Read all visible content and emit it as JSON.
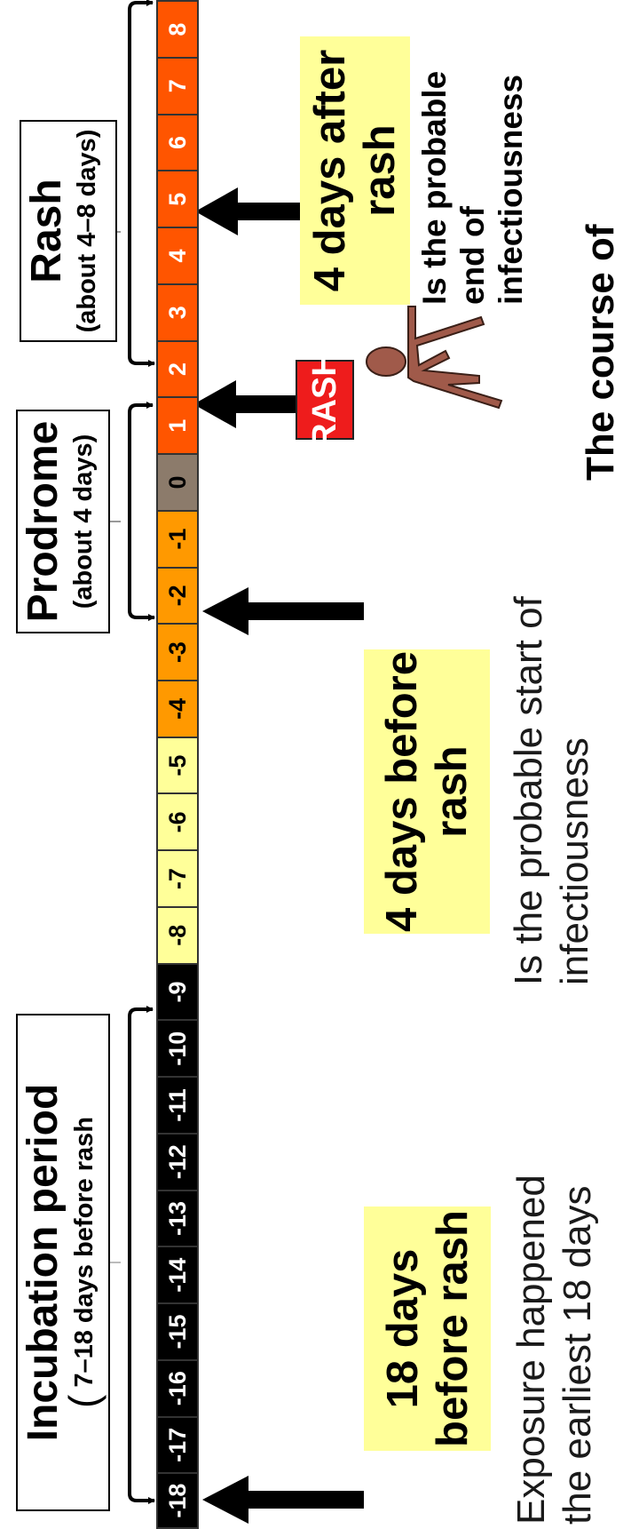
{
  "periods": {
    "incubation": {
      "title": "Incubation period",
      "paren": "(",
      "subtitle": "7–18 days before rash"
    },
    "prodrome": {
      "title": "Prodrome",
      "subtitle": "(about 4 days)"
    },
    "rash": {
      "title": "Rash",
      "subtitle": "(about 4–8 days)"
    }
  },
  "timeline": {
    "days": [
      "-18",
      "-17",
      "-16",
      "-15",
      "-14",
      "-13",
      "-12",
      "-11",
      "-10",
      "-9",
      "-8",
      "-7",
      "-6",
      "-5",
      "-4",
      "-3",
      "-2",
      "-1",
      "0",
      "1",
      "2",
      "3",
      "4",
      "5",
      "6",
      "7",
      "8"
    ],
    "colors": {
      "incubation": "#000000",
      "late_incubation": "#ffff99",
      "prodrome": "#ff9900",
      "onset": "#8c7b6b",
      "rash": "#ff5500"
    },
    "text_colors": {
      "light": "#ffffff",
      "dark": "#000000"
    }
  },
  "callouts": {
    "exposure": {
      "title": "18 days before rash",
      "note": "Exposure happened the earliest 18 days"
    },
    "start": {
      "title": "4 days before rash",
      "note": "Is the probable start of infectiousness"
    },
    "onset": {
      "label": "RASH"
    },
    "end": {
      "title": "4 days after rash",
      "note": "Is the probable end of infectiousness"
    }
  },
  "footer": {
    "partial_text": "The course of"
  },
  "colors": {
    "callout_fill": "#ffff99",
    "rash_red": "#ee1c1c",
    "figure": "#a05a4a"
  }
}
